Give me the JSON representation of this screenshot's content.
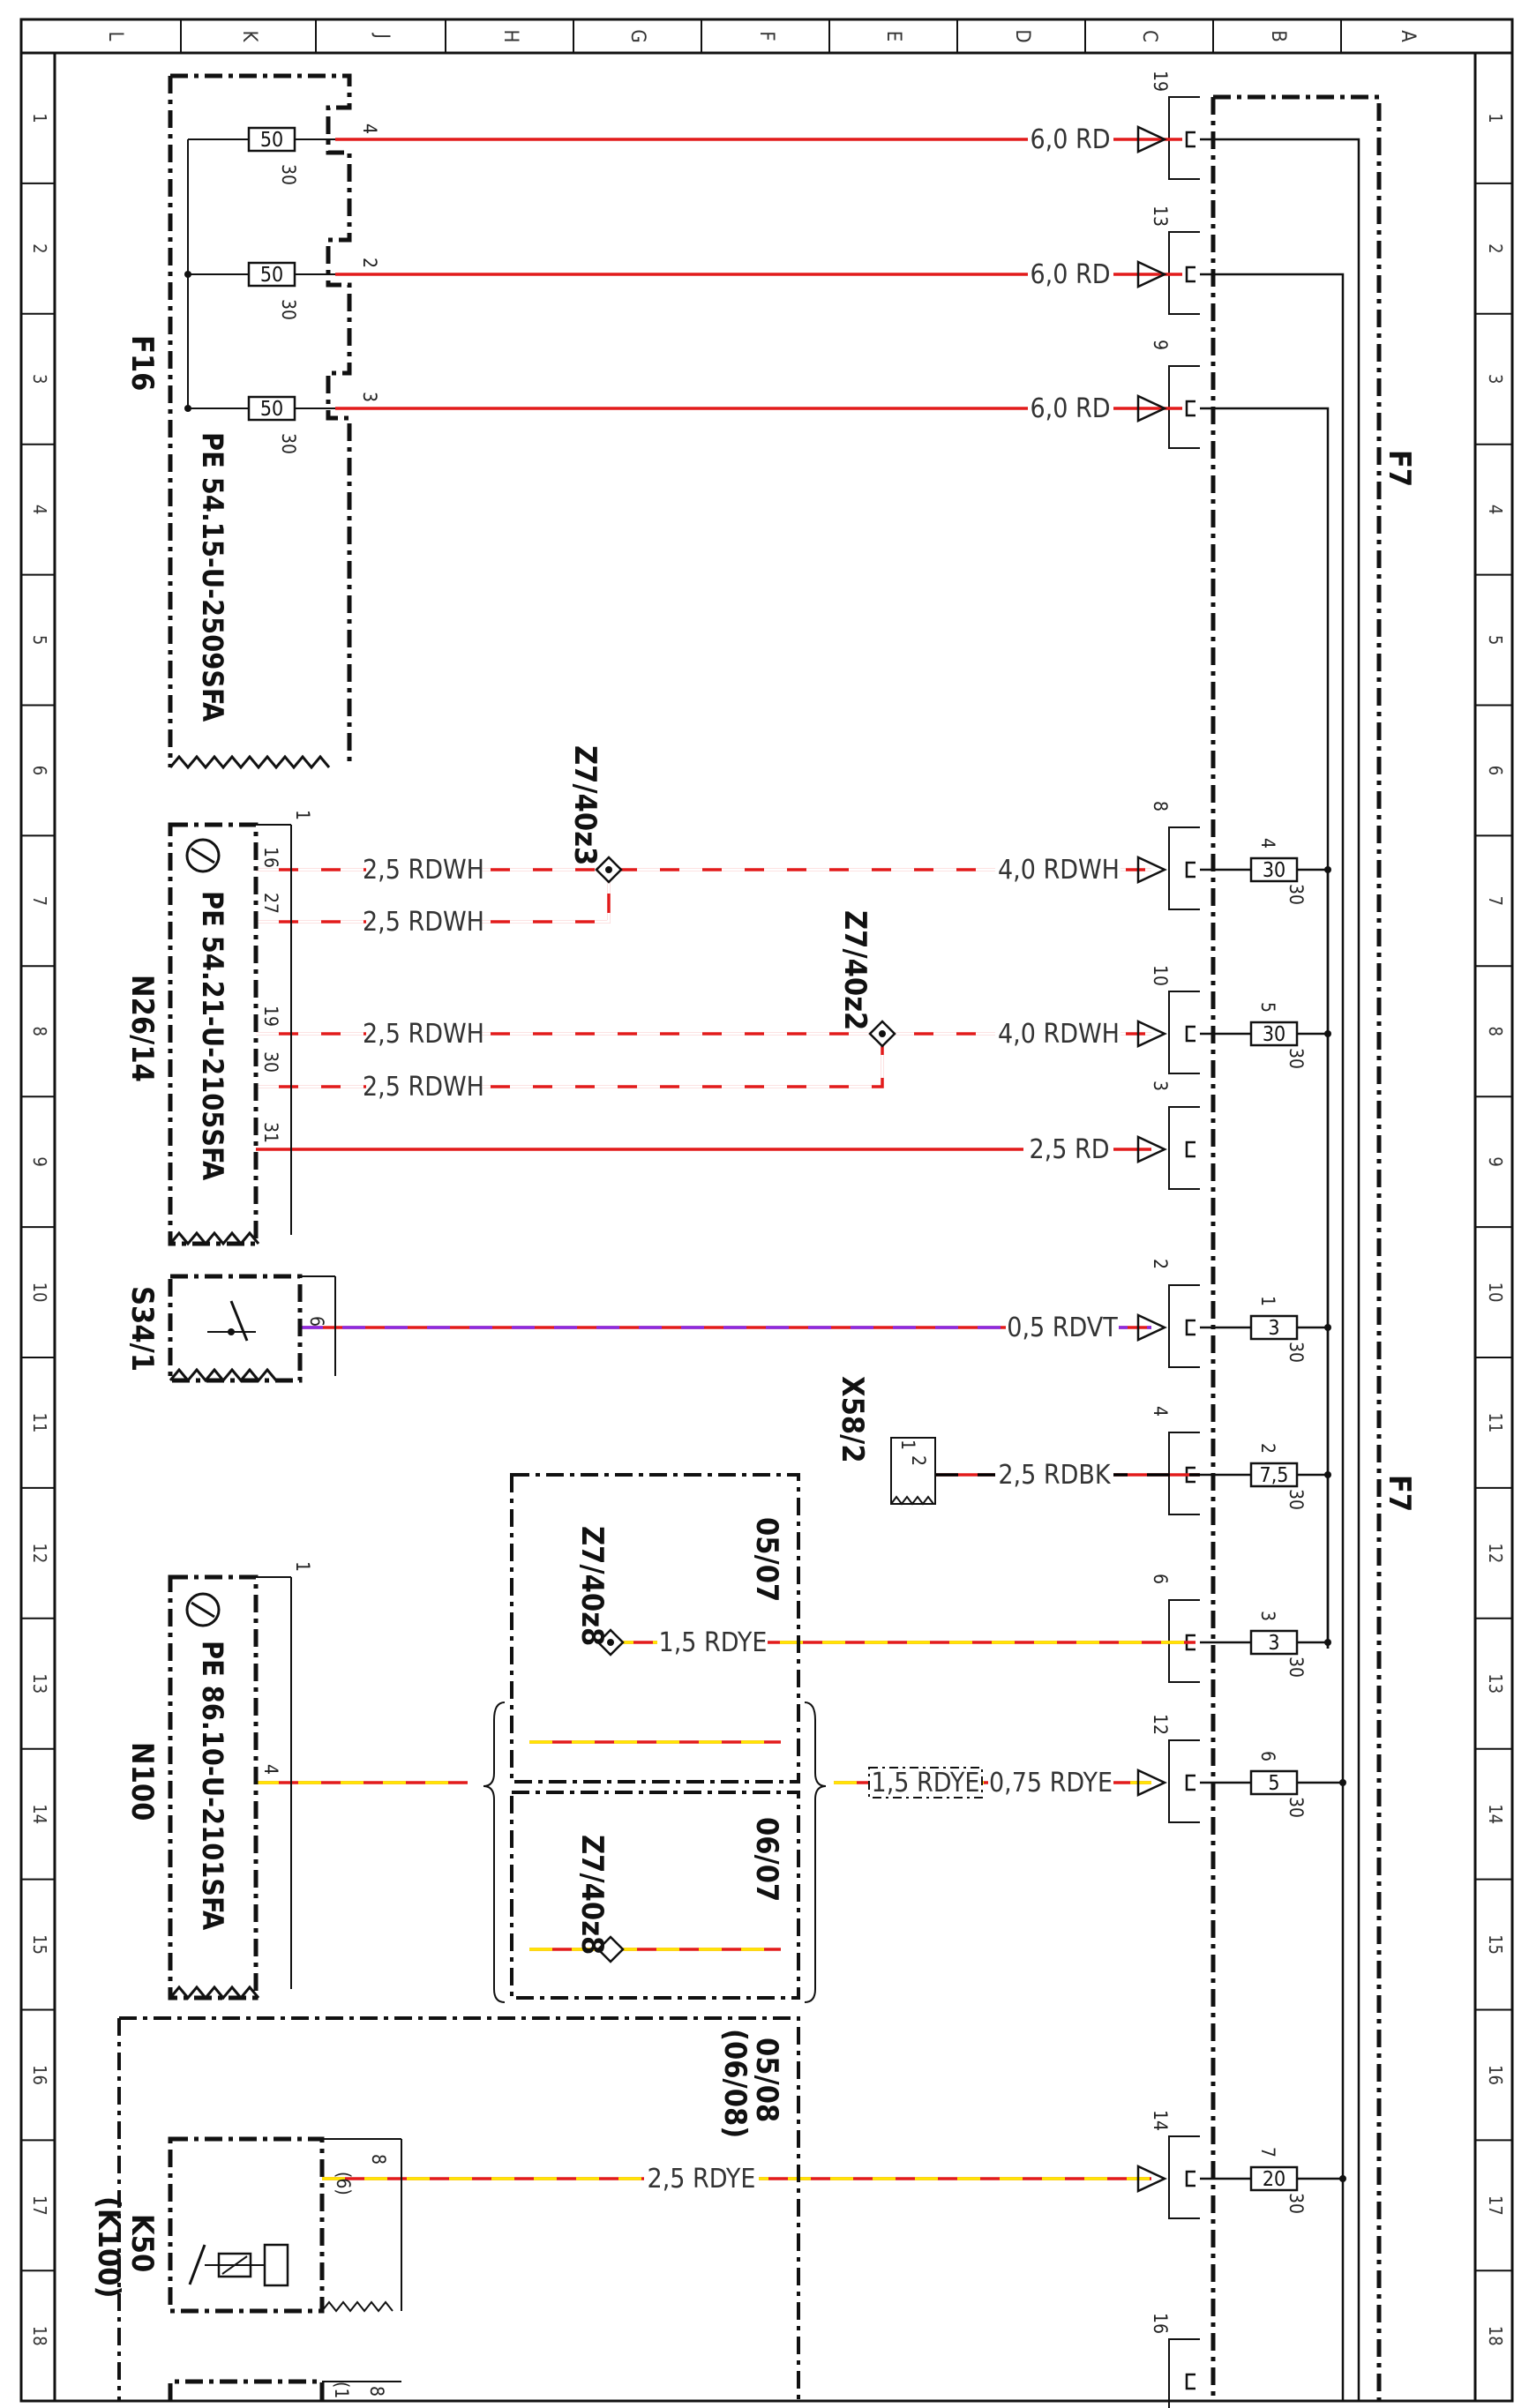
{
  "border": {
    "columns": [
      "L",
      "K",
      "J",
      "H",
      "G",
      "F",
      "E",
      "D",
      "C",
      "B",
      "A"
    ],
    "rows": [
      "1",
      "2",
      "3",
      "4",
      "5",
      "6",
      "7",
      "8",
      "9",
      "10",
      "11",
      "12",
      "13",
      "14",
      "15",
      "16",
      "17",
      "18"
    ]
  },
  "colors": {
    "rd": "#e21b1b",
    "wh": "#ffffff",
    "ye": "#ffe600",
    "vt": "#8a2be2",
    "bk": "#000000",
    "ink": "#111111"
  },
  "components": {
    "F16": {
      "name": "F16",
      "pe": "PE  54.15-U-2509SFA"
    },
    "N26_14": {
      "name": "N26/14",
      "pe": "PE  54.21-U-2105SFA"
    },
    "S34_1": {
      "name": "S34/1"
    },
    "N100": {
      "name": "N100",
      "pe": "PE  86.10-U-2101SFA"
    },
    "K50": {
      "name": "K50",
      "alt": "(K100)"
    },
    "F7_top": {
      "name": "F7"
    },
    "F7_bottom": {
      "name": "F7"
    },
    "X58_2": {
      "name": "X58/2"
    },
    "Z7_40z3": {
      "name": "Z7/40z3"
    },
    "Z7_40z2": {
      "name": "Z7/40z2"
    },
    "Z7_40z8_a": {
      "name": "Z7/40z8"
    },
    "Z7_40z8_b": {
      "name": "Z7/40z8"
    }
  },
  "variants": {
    "v1": "05/07",
    "v2": "06/07",
    "v3": "05/08",
    "v4": "(06/08)"
  },
  "f16_fuses": [
    {
      "value": "50",
      "term": "30",
      "pin": "4"
    },
    {
      "value": "50",
      "term": "30",
      "pin": "2"
    },
    {
      "value": "50",
      "term": "30",
      "pin": "3"
    }
  ],
  "f7_fuses": [
    {
      "value": "30",
      "in": "4",
      "term": "30"
    },
    {
      "value": "30",
      "in": "5",
      "term": "30"
    },
    {
      "value": "3",
      "in": "1",
      "term": "30"
    },
    {
      "value": "7,5",
      "in": "2",
      "term": "30"
    },
    {
      "value": "3",
      "in": "3",
      "term": "30"
    },
    {
      "value": "5",
      "in": "6",
      "term": "30"
    },
    {
      "value": "20",
      "in": "7",
      "term": "30"
    }
  ],
  "f7_pins": [
    "19",
    "13",
    "9",
    "8",
    "10",
    "3",
    "2",
    "4",
    "6",
    "12",
    "14",
    "16"
  ],
  "n26_pins": [
    "1",
    "16",
    "27",
    "19",
    "30",
    "31"
  ],
  "wires": {
    "w1": "6,0  RD",
    "w2": "6,0  RD",
    "w3": "6,0  RD",
    "w4": "2,5  RDWH",
    "w5": "2,5  RDWH",
    "w6": "4,0  RDWH",
    "w7": "2,5  RDWH",
    "w8": "2,5  RDWH",
    "w9": "4,0  RDWH",
    "w10": "2,5  RD",
    "w11": "0,5  RDVT",
    "w12": "2,5  RDBK",
    "w13": "1,5  RDYE",
    "w14a": "1,5  RDYE",
    "w14b": "0,75  RDYE",
    "w15": "2,5  RDYE"
  },
  "misc_pins": {
    "s34": "6",
    "x58": "2",
    "x58b": "1",
    "n100a": "1",
    "n100b": "4",
    "k50a": "8",
    "k50b": "(6)",
    "k50c": "8",
    "k50d": "(1"
  }
}
